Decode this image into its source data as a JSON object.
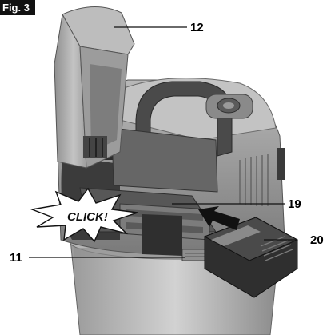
{
  "figure": {
    "tag": "Fig. 3"
  },
  "callouts": [
    {
      "id": "12",
      "label": "12"
    },
    {
      "id": "19",
      "label": "19"
    },
    {
      "id": "20",
      "label": "20"
    },
    {
      "id": "11",
      "label": "11"
    }
  ],
  "click_burst": {
    "text": "CLICK!"
  },
  "colors": {
    "body_light": "#c9c9c9",
    "body_mid": "#a8a8a8",
    "body_dark": "#6e6e6e",
    "deep": "#3c3c3c",
    "arrow": "#111111"
  }
}
